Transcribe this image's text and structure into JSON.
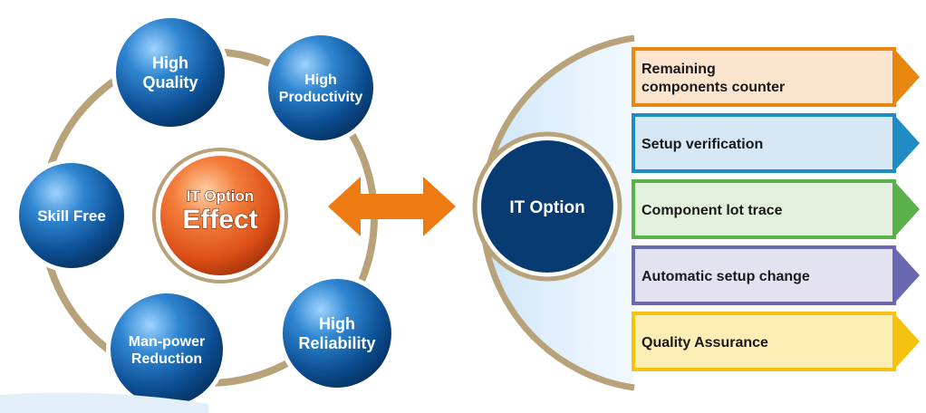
{
  "effect_wheel": {
    "center": {
      "line1": "IT Option",
      "line2": "Effect"
    },
    "satellites": [
      {
        "lines": [
          "High",
          "Quality"
        ]
      },
      {
        "lines": [
          "High",
          "Productivity"
        ]
      },
      {
        "lines": [
          "Skill Free"
        ]
      },
      {
        "lines": [
          "Man-power",
          "Reduction"
        ]
      },
      {
        "lines": [
          "High",
          "Reliability"
        ]
      }
    ]
  },
  "it_option": {
    "label": "IT Option",
    "features": [
      {
        "lines": [
          "Remaining",
          "components counter"
        ],
        "color": "#e8860f",
        "fill": "#fbe5cf"
      },
      {
        "lines": [
          "Setup verification"
        ],
        "color": "#1f8cc6",
        "fill": "#d6e7f6"
      },
      {
        "lines": [
          "Component lot trace"
        ],
        "color": "#5ab04a",
        "fill": "#e2f0dc"
      },
      {
        "lines": [
          "Automatic setup change"
        ],
        "color": "#6a68b0",
        "fill": "#e3e2f1"
      },
      {
        "lines": [
          "Quality Assurance"
        ],
        "color": "#f5c210",
        "fill": "#fbedb3"
      }
    ]
  },
  "colors": {
    "ring": "#b7a27a",
    "satellite_blue": "#0d4f94",
    "center_orange": "#e4561b",
    "arrow": "#ee7a12",
    "it_circle": "#083b72",
    "panel_bg": "#dcecf8"
  }
}
